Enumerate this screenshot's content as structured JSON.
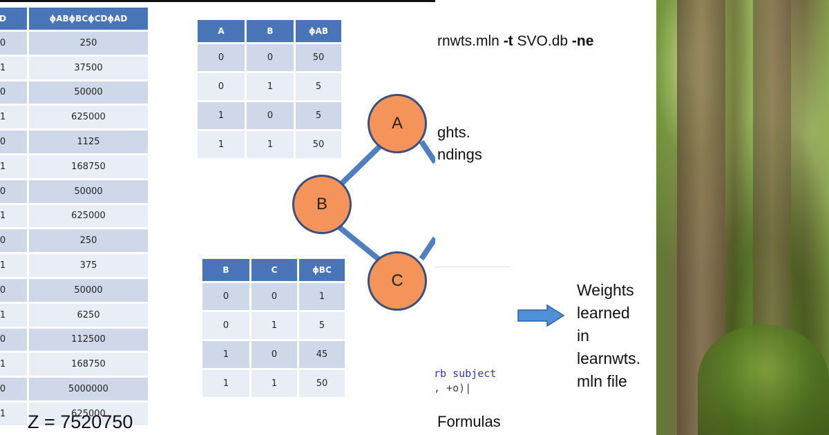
{
  "left_table": {
    "header_a": "D",
    "header_b": "ϕABϕBCϕCDϕAD",
    "rows": [
      [
        "0",
        "250"
      ],
      [
        "1",
        "37500"
      ],
      [
        "0",
        "50000"
      ],
      [
        "1",
        "625000"
      ],
      [
        "0",
        "1125"
      ],
      [
        "1",
        "168750"
      ],
      [
        "0",
        "50000"
      ],
      [
        "1",
        "625000"
      ],
      [
        "0",
        "250"
      ],
      [
        "1",
        "375"
      ],
      [
        "0",
        "50000"
      ],
      [
        "1",
        "6250"
      ],
      [
        "0",
        "112500"
      ],
      [
        "1",
        "168750"
      ],
      [
        "0",
        "5000000"
      ],
      [
        "1",
        "625000"
      ]
    ]
  },
  "z_label": "Z = 7520750",
  "ab_table": {
    "headers": [
      "A",
      "B",
      "ϕAB"
    ],
    "rows": [
      [
        "0",
        "0",
        "50"
      ],
      [
        "0",
        "1",
        "5"
      ],
      [
        "1",
        "0",
        "5"
      ],
      [
        "1",
        "1",
        "50"
      ]
    ]
  },
  "bc_table": {
    "headers": [
      "B",
      "C",
      "ϕBC"
    ],
    "rows": [
      [
        "0",
        "0",
        "1"
      ],
      [
        "0",
        "1",
        "5"
      ],
      [
        "1",
        "0",
        "45"
      ],
      [
        "1",
        "1",
        "50"
      ]
    ]
  },
  "graph": {
    "nodes": [
      "A",
      "B",
      "C"
    ]
  },
  "command": {
    "prefix": "rnwts.mln ",
    "flag_t": "-t",
    "db": " SVO.db ",
    "flag_ne": "-ne"
  },
  "partial_text": {
    "line1": "ghts.",
    "line2": "ndings",
    "formulas": "Formulas"
  },
  "code": {
    "line1": "rb subject",
    "line2": ", +o)|"
  },
  "note": {
    "lines": [
      "Weights",
      "learned",
      "in",
      "learnwts.",
      "mln file"
    ]
  },
  "colors": {
    "table_header": "#4a74b8",
    "node_fill": "#f4945a",
    "arrow": "#4f90d9"
  }
}
